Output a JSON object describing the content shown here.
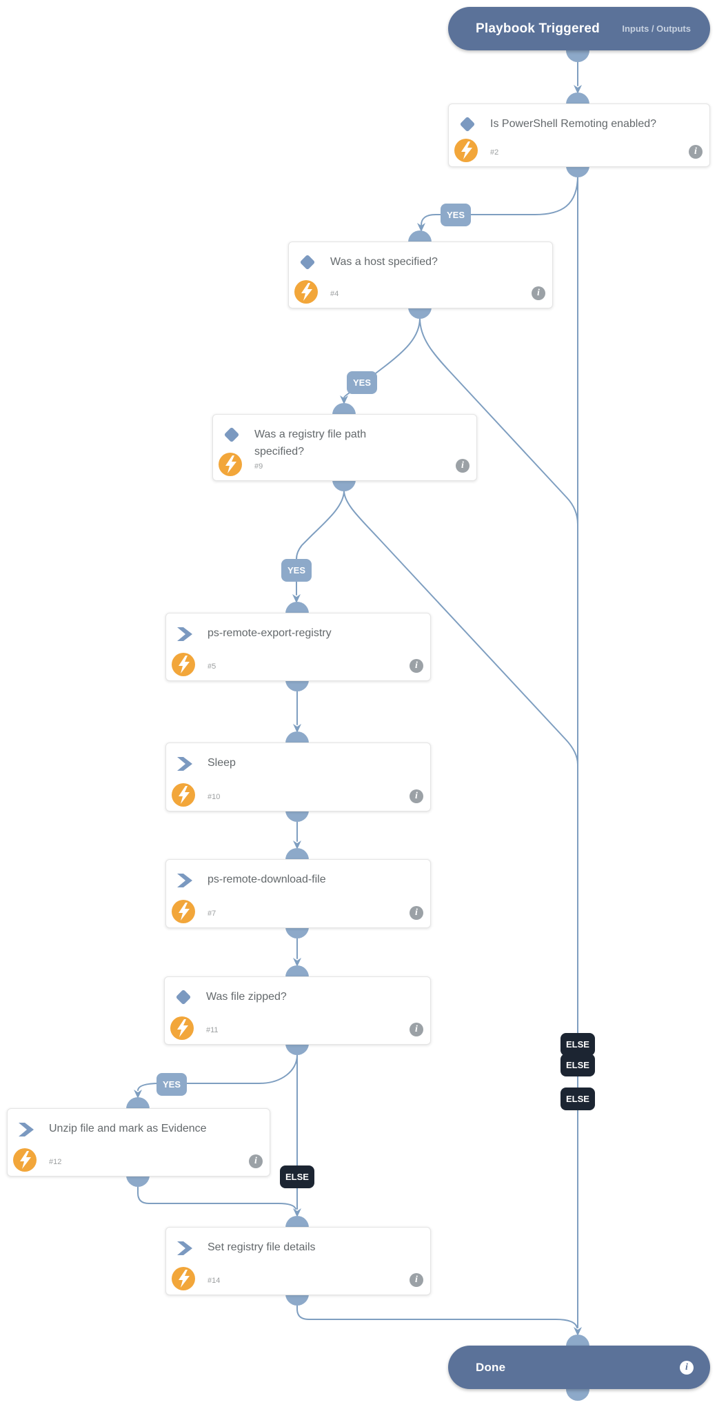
{
  "header": {
    "title": "Playbook Triggered",
    "link": "Inputs / Outputs"
  },
  "end": {
    "title": "Done"
  },
  "labels": {
    "yes": "YES",
    "else": "ELSE"
  },
  "nodes": [
    {
      "id": "#2",
      "title": "Is PowerShell Remoting enabled?",
      "type": "decision"
    },
    {
      "id": "#4",
      "title": "Was a host specified?",
      "type": "decision"
    },
    {
      "id": "#9",
      "title": "Was a registry file path specified?",
      "type": "decision"
    },
    {
      "id": "#5",
      "title": "ps-remote-export-registry",
      "type": "action"
    },
    {
      "id": "#10",
      "title": "Sleep",
      "type": "action"
    },
    {
      "id": "#7",
      "title": "ps-remote-download-file",
      "type": "action"
    },
    {
      "id": "#11",
      "title": "Was file zipped?",
      "type": "decision"
    },
    {
      "id": "#12",
      "title": "Unzip file and mark as Evidence",
      "type": "action"
    },
    {
      "id": "#14",
      "title": "Set registry file details",
      "type": "action"
    }
  ],
  "colors": {
    "header_bg": "#5b7299",
    "connector_node": "#8da9c9",
    "edge_line": "#7e9ec0",
    "else_badge_bg": "#1c2532",
    "yes_badge_bg": "#8da9c9",
    "bolt_bg": "#f2a63a",
    "icon_blue": "#7b99c0",
    "title_text": "#63686b",
    "muted_text": "#9c9fa0"
  }
}
